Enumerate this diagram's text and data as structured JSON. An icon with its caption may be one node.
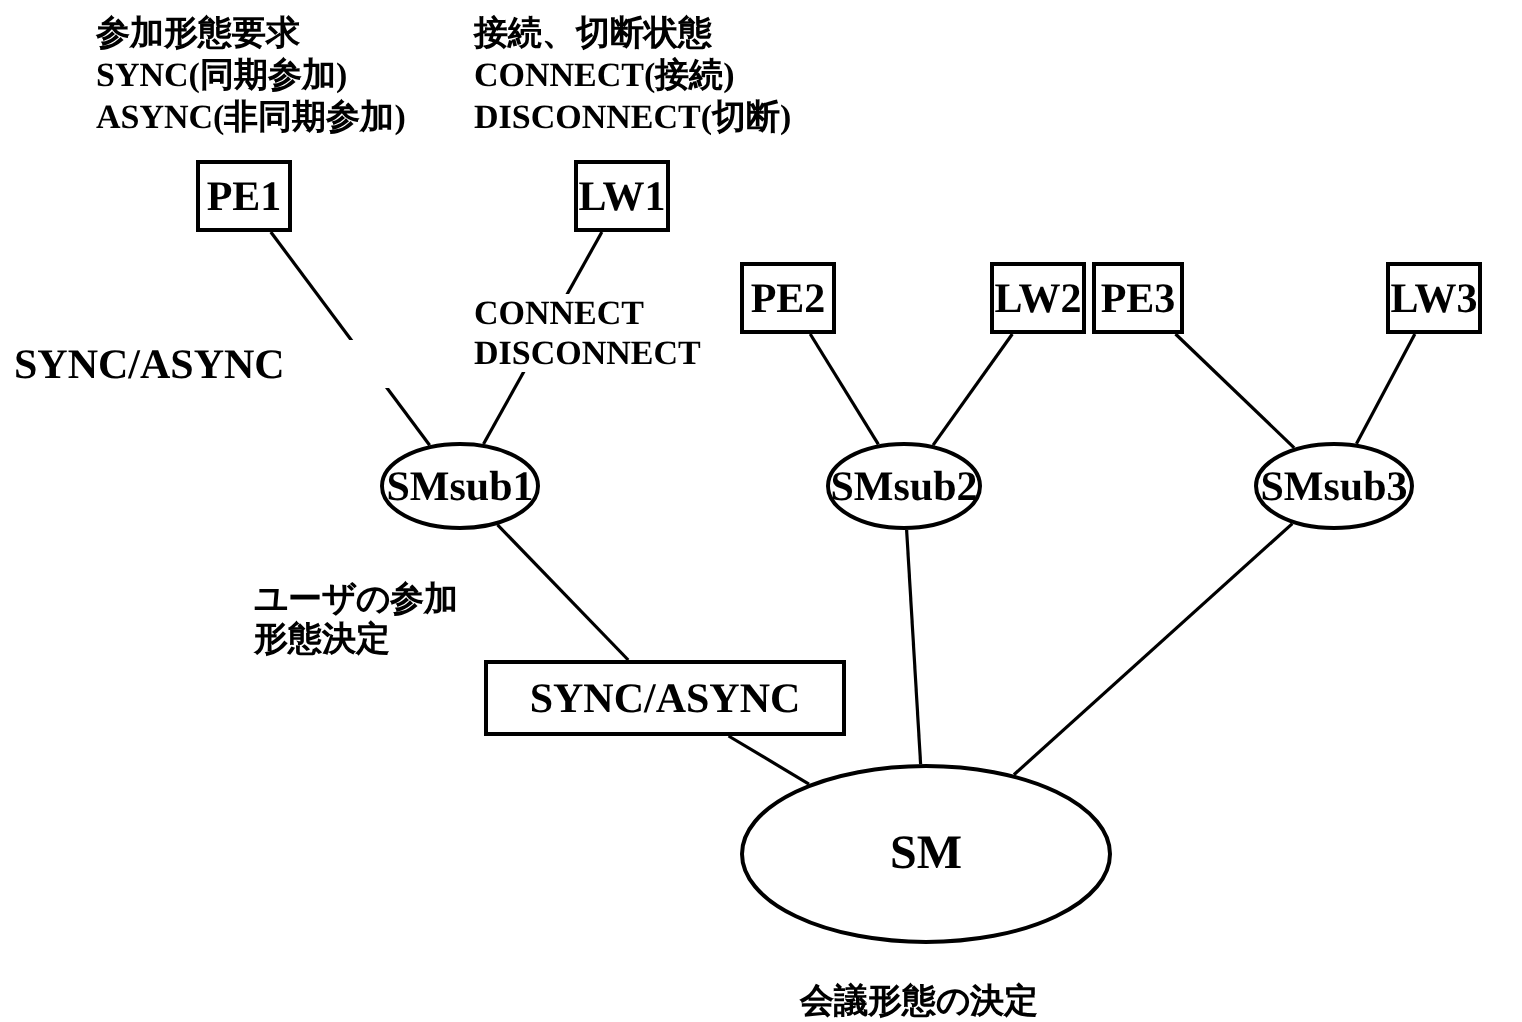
{
  "diagram": {
    "nodes": [
      {
        "text": [
          "PE1"
        ],
        "beside": [
          "参加形態要求",
          "SYNC(同期参加)",
          "ASYNC(非同期参加)"
        ]
      },
      {
        "text": [
          "LW1"
        ],
        "beside": [
          "接続、切断状態",
          "CONNECT(接続)",
          "DISCONNECT(切断)"
        ]
      },
      {
        "text": [
          "PE2"
        ]
      },
      {
        "text": [
          "LW2"
        ]
      },
      {
        "text": [
          "PE3"
        ]
      },
      {
        "text": [
          "LW3"
        ]
      },
      {
        "text": [
          "SMsub1"
        ]
      },
      {
        "text": [
          "SMsub2"
        ]
      },
      {
        "text": [
          "SMsub3"
        ]
      },
      {
        "text": [
          "SYNC/ASYNC"
        ]
      },
      {
        "text": [
          "SM"
        ],
        "beside": [
          "会議形態の決定"
        ]
      }
    ],
    "edges": [
      {
        "from": 0,
        "to": 6,
        "arrow": "none",
        "label": "SYNC/ASYNC"
      },
      {
        "from": 1,
        "to": 6,
        "arrow": "none",
        "label": "CONNECT DISCONNECT"
      },
      {
        "from": 2,
        "to": 7,
        "arrow": "none"
      },
      {
        "from": 3,
        "to": 7,
        "arrow": "none"
      },
      {
        "from": 4,
        "to": 8,
        "arrow": "none"
      },
      {
        "from": 5,
        "to": 8,
        "arrow": "none"
      },
      {
        "from": 6,
        "to": 9,
        "arrow": "none",
        "label": "ユーザの参加形態決定"
      },
      {
        "from": 9,
        "to": 10,
        "arrow": "none"
      },
      {
        "from": 7,
        "to": 10,
        "arrow": "none"
      },
      {
        "from": 8,
        "to": 10,
        "arrow": "none"
      }
    ]
  }
}
